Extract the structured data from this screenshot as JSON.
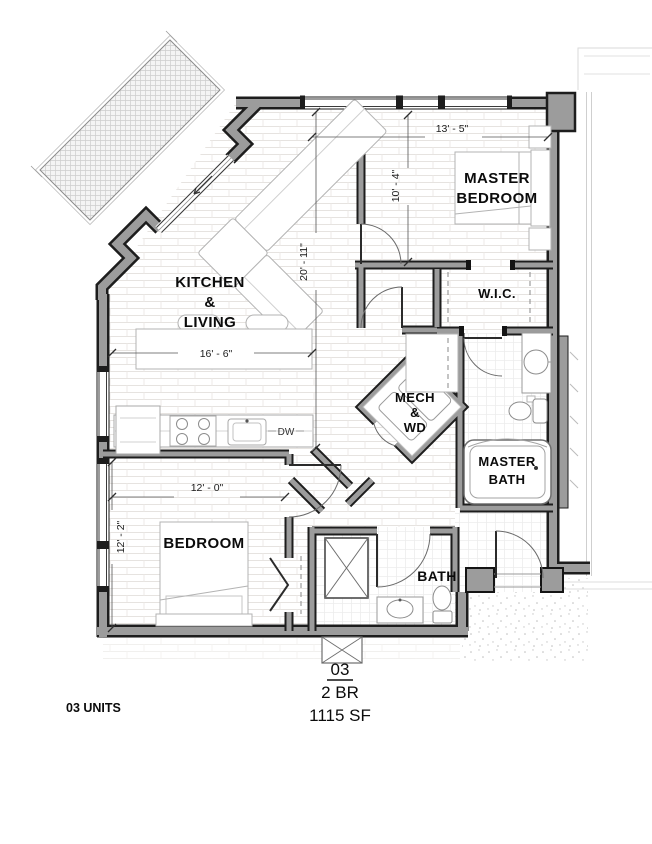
{
  "title_block": {
    "unit_number": "03",
    "bedroom_count": "2 BR",
    "area": "1115 SF",
    "units_label": "03 UNITS"
  },
  "rooms": {
    "master_bedroom": {
      "line1": "MASTER",
      "line2": "BEDROOM"
    },
    "kitchen_living": {
      "line1": "KITCHEN",
      "line2": "&",
      "line3": "LIVING"
    },
    "wic": {
      "label": "W.I.C."
    },
    "mech": {
      "line1": "MECH",
      "line2": "&",
      "line3": "WD"
    },
    "master_bath": {
      "line1": "MASTER",
      "line2": "BATH"
    },
    "bedroom": {
      "label": "BEDROOM"
    },
    "bath": {
      "label": "BATH"
    }
  },
  "dimensions": {
    "master_bedroom_width": "13' - 5\"",
    "master_bedroom_depth": "10' - 4\"",
    "living_length": "20' - 11\"",
    "kitchen_island": "16' - 6\"",
    "bedroom_width": "12' - 0\"",
    "bedroom_depth": "12' - 2\""
  },
  "appliances": {
    "dishwasher": "DW"
  },
  "colors": {
    "wall_fill": "#9c9c9c",
    "wall_edge": "#1d1d1d",
    "floor_line": "#e6e3e0",
    "fixture_line": "#b3b3b3",
    "text": "#0b0b0b"
  }
}
